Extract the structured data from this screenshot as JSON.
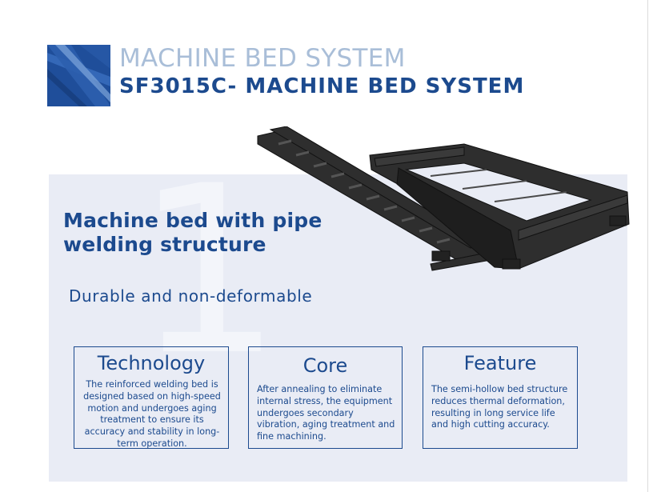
{
  "header": {
    "title_top": "MACHINE BED SYSTEM",
    "title_bottom": "SF3015C- MACHINE BED SYSTEM"
  },
  "section": {
    "numeral": "1",
    "heading": "Machine bed with pipe welding structure",
    "subheading": "Durable and non-deformable"
  },
  "cards": [
    {
      "title": "Technology",
      "body": "The reinforced welding bed is designed based on high-speed motion and undergoes aging treatment to ensure its accuracy and stability in long-term operation."
    },
    {
      "title": "Core",
      "body": "After annealing to eliminate internal stress, the equipment undergoes secondary vibration, aging treatment and fine machining."
    },
    {
      "title": "Feature",
      "body": "The semi-hollow bed structure reduces thermal deformation, resulting in long service life and high cutting accuracy."
    }
  ],
  "colors": {
    "brand_blue": "#1c4a8e",
    "title_light": "#a9bed8",
    "panel_bg": "#e9ecf5",
    "logo_bg": "#1f4e9a"
  },
  "images": {
    "logo": "abstract-blue-logo-square",
    "product": "machine-bed-frame-render"
  }
}
